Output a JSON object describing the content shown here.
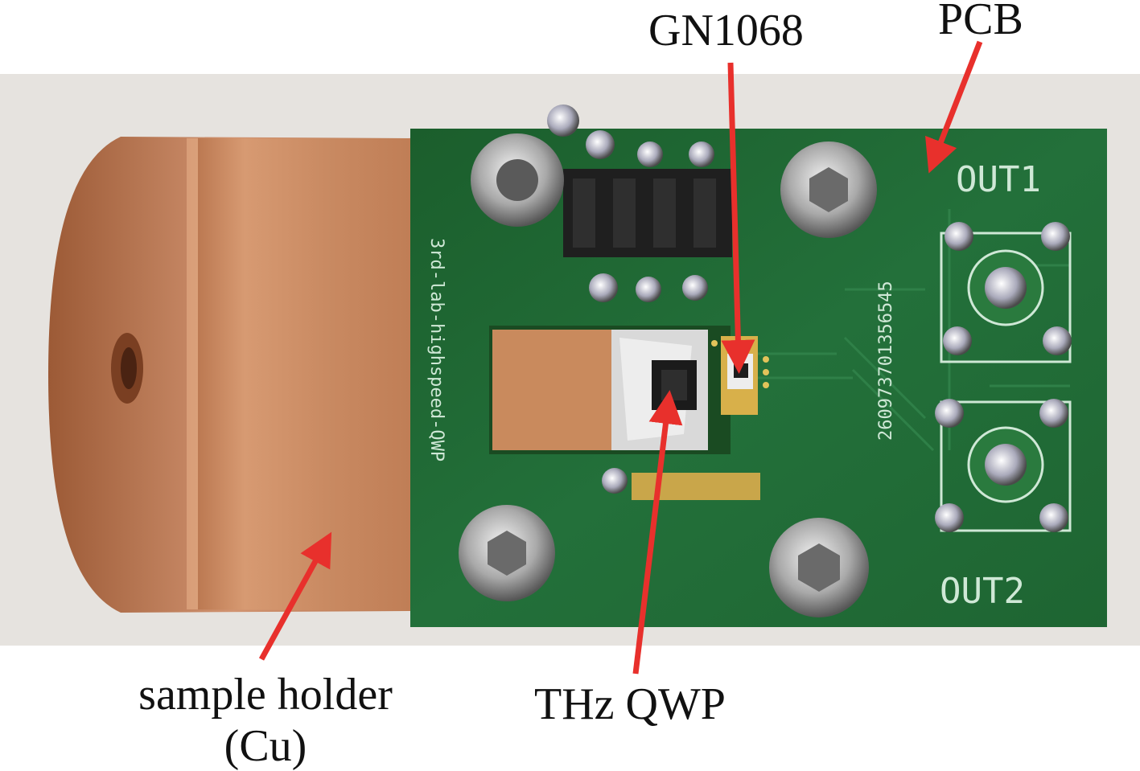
{
  "labels": {
    "gn1068": "GN1068",
    "pcb": "PCB",
    "sample_holder": "sample holder",
    "sample_holder_material": "(Cu)",
    "thz_qwp": "THz QWP"
  },
  "pcb_silkscreen": {
    "out1": "OUT1",
    "out2": "OUT2",
    "board_name": "3rd-lab-highspeed-QWP",
    "serial": "260973701356545"
  },
  "colors": {
    "copper": "#c98a62",
    "pcb_green": "#1f6a32",
    "arrow_red": "#e8302c",
    "backdrop": "#e6e3df"
  }
}
